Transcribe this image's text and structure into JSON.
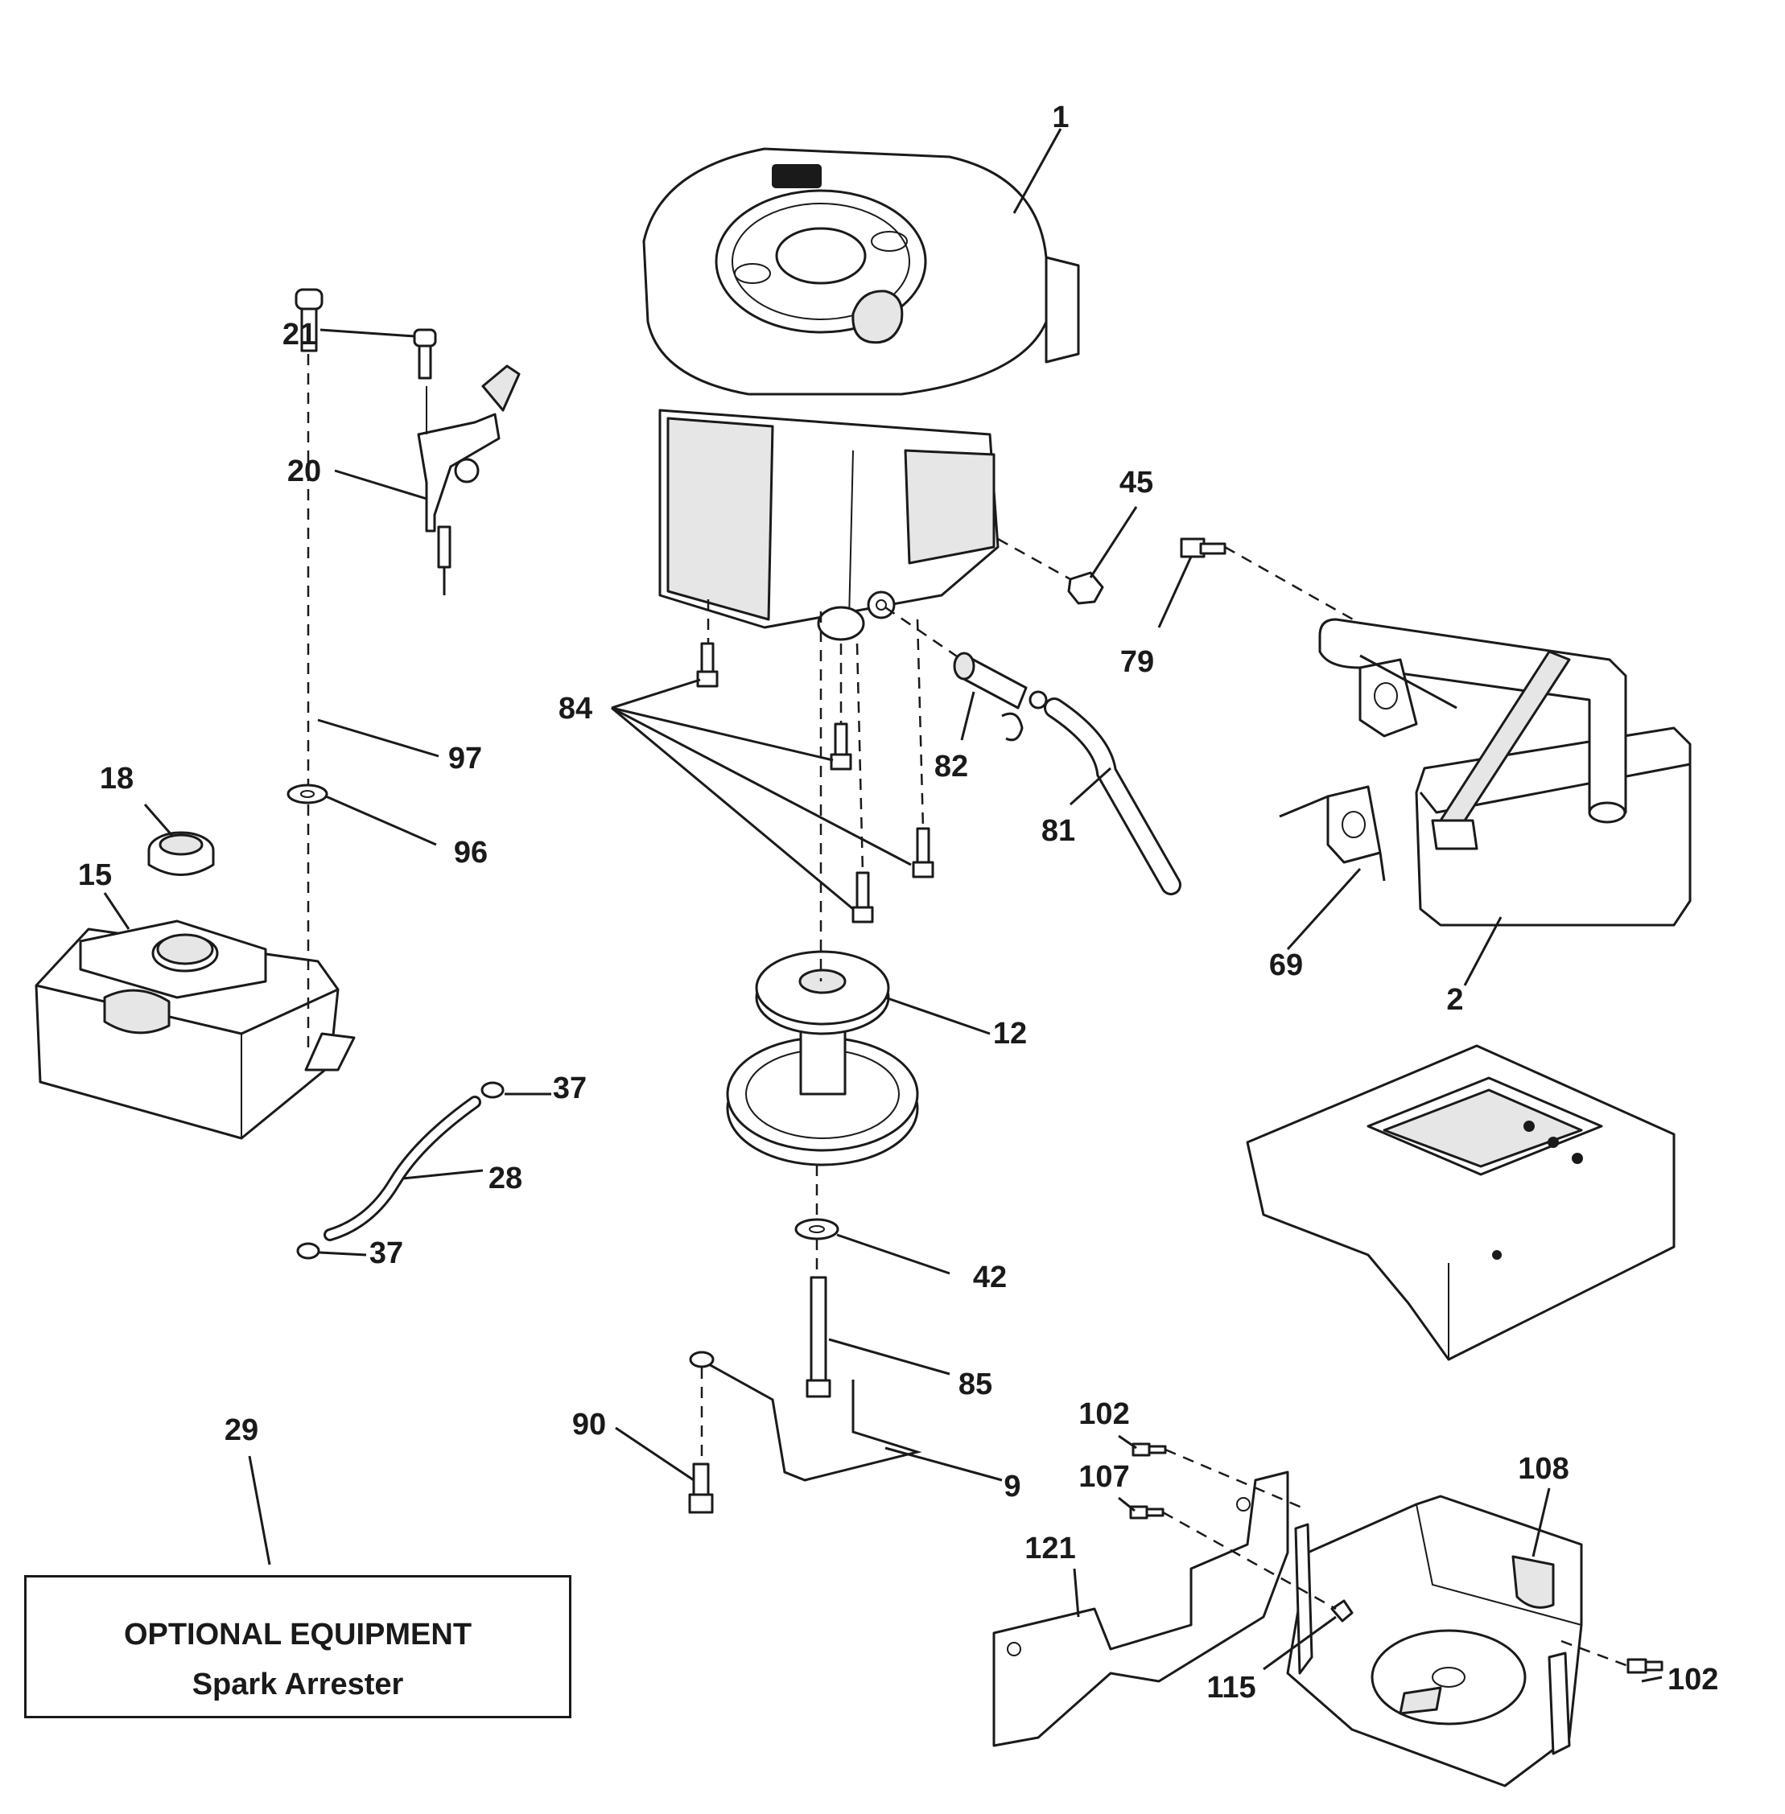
{
  "callouts": {
    "c1": "1",
    "c2": "2",
    "c9": "9",
    "c12": "12",
    "c15": "15",
    "c18": "18",
    "c20": "20",
    "c21": "21",
    "c28": "28",
    "c29": "29",
    "c37a": "37",
    "c37b": "37",
    "c42": "42",
    "c45": "45",
    "c69": "69",
    "c79": "79",
    "c81": "81",
    "c82": "82",
    "c84": "84",
    "c85": "85",
    "c90": "90",
    "c96": "96",
    "c97": "97",
    "c102a": "102",
    "c102b": "102",
    "c107": "107",
    "c108": "108",
    "c115": "115",
    "c121": "121"
  },
  "optional_equipment": {
    "title": "OPTIONAL EQUIPMENT",
    "item": "Spark Arrester"
  },
  "colors": {
    "ink": "#1a1a1a",
    "background": "#ffffff"
  }
}
